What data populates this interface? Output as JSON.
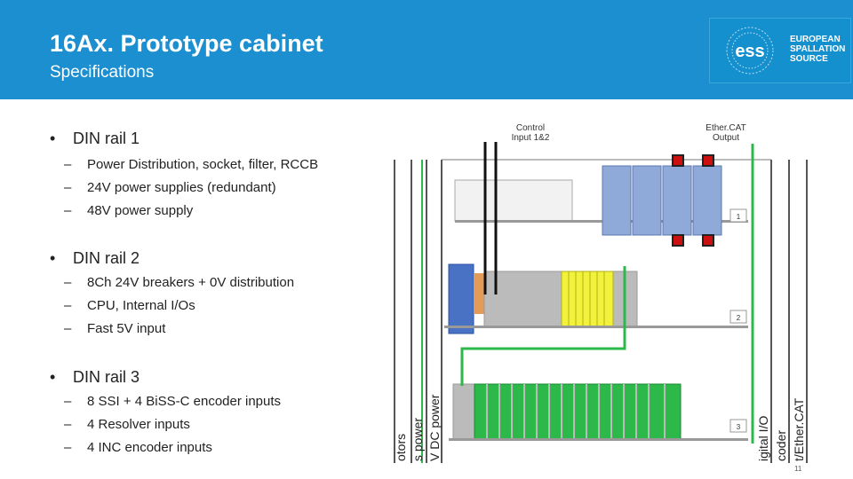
{
  "header": {
    "title": "16Ax. Prototype cabinet",
    "subtitle": "Specifications",
    "logo_lines": [
      "EUROPEAN",
      "SPALLATION",
      "SOURCE"
    ],
    "logo_mark": "ess"
  },
  "bullets": [
    {
      "label": "DIN rail 1",
      "subs": [
        "Power Distribution, socket, filter, RCCB",
        "24V power supplies (redundant)",
        "48V power supply"
      ]
    },
    {
      "label": "DIN rail 2",
      "subs": [
        "8Ch 24V breakers + 0V distribution",
        "CPU, Internal I/Os",
        "Fast 5V input"
      ]
    },
    {
      "label": "DIN rail 3",
      "subs": [
        "8 SSI + 4 BiSS-C encoder inputs",
        "4 Resolver inputs",
        "4 INC encoder inputs"
      ]
    }
  ],
  "diagram": {
    "control_input": "Control\nInput 1&2",
    "ethercat_output": "Ether.CAT\nOutput",
    "rail_numbers": [
      "1",
      "2",
      "3"
    ],
    "left_cables": [
      "otors",
      "s power",
      "V DC power"
    ],
    "right_cables": [
      "igital I/O",
      "coder",
      "t/Ether.CAT"
    ]
  },
  "page_number": "11",
  "colors": {
    "header": "#1b8fcf",
    "green": "#2db84a",
    "blue_module": "#8fa9d8",
    "yellow": "#f2f23a",
    "red": "#cc1010"
  }
}
